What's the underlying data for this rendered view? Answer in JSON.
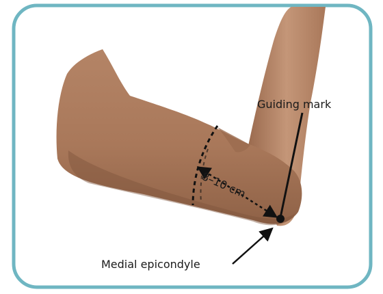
{
  "labels": {
    "guiding_mark": "Guiding mark",
    "distance": "8–10 cm",
    "medial_epicondyle": "Medial epicondyle"
  },
  "colors": {
    "frame": "#6fb6c2",
    "skin": "#b07e60",
    "skin_shadow": "#8e6147",
    "skin_highlight": "#c89a7c",
    "ink": "#111111"
  }
}
